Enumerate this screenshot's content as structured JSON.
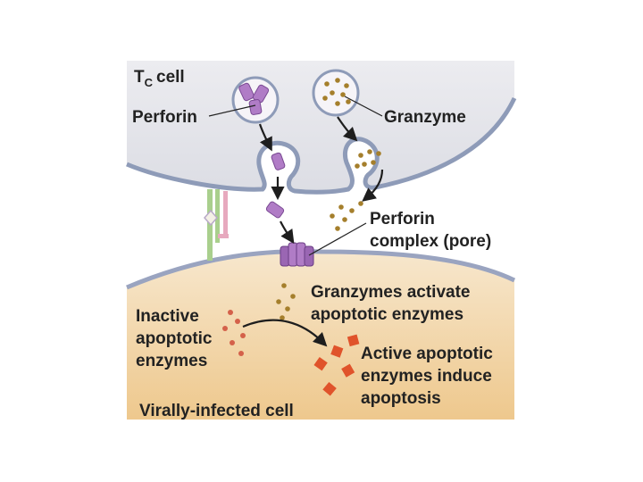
{
  "labels": {
    "tc_cell_t": "T",
    "tc_cell_sub": "C",
    "tc_cell_word": "cell",
    "perforin": "Perforin",
    "granzyme": "Granzyme",
    "perforin_complex_line1": "Perforin",
    "perforin_complex_line2": "complex (pore)",
    "granzymes_activate_line1": "Granzymes activate",
    "granzymes_activate_line2": "apoptotic enzymes",
    "inactive_line1": "Inactive",
    "inactive_line2": "apoptotic",
    "inactive_line3": "enzymes",
    "active_line1": "Active apoptotic",
    "active_line2": "enzymes induce",
    "active_line3": "apoptosis",
    "infected_cell": "Virally-infected cell"
  },
  "colors": {
    "tc_cytoplasm": "#e6e7ec",
    "tc_membrane": "#8e9bb8",
    "target_cytoplasm_top": "#f6e4c8",
    "target_cytoplasm_bottom": "#efc98f",
    "target_membrane": "#9aa4c0",
    "perforin": "#b07cc6",
    "perforin_dark": "#7a4a93",
    "granzyme": "#a57f2c",
    "inactive_enzyme": "#d4614a",
    "active_enzyme": "#e0532b",
    "receptor_green": "#a9cf8d",
    "receptor_pink": "#e7a9be"
  }
}
